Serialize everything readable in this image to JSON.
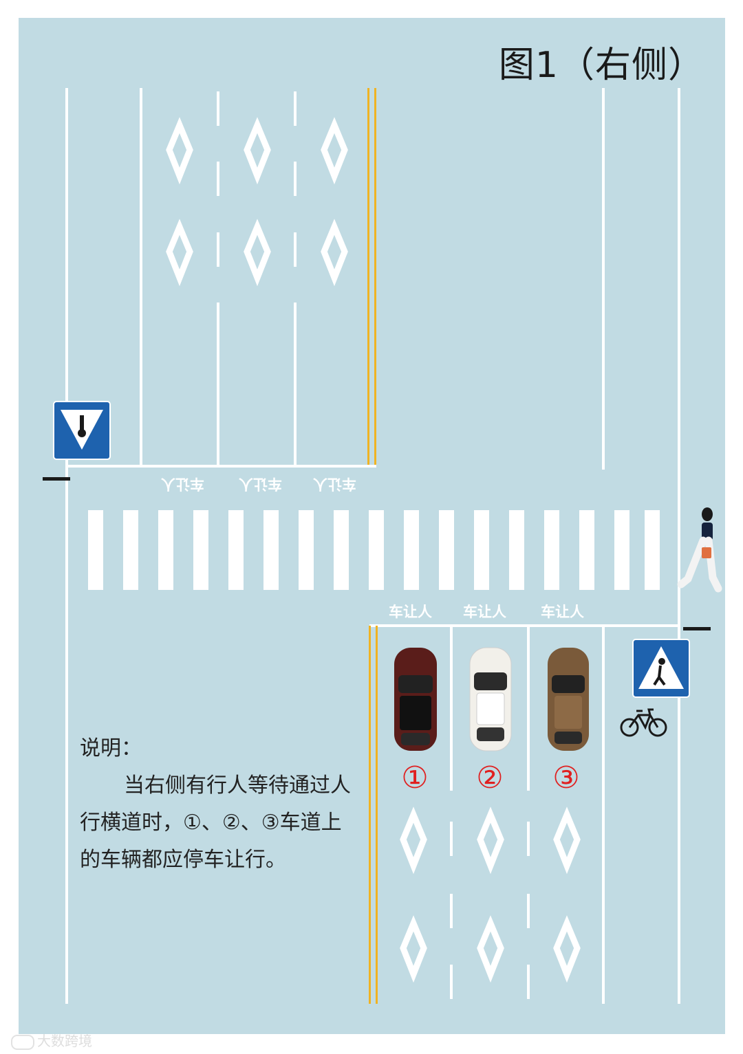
{
  "title": "图1（右侧）",
  "markings": {
    "upper_yield_text": "车让人",
    "lower_yield_text": "车让人"
  },
  "lanes": [
    {
      "number": "①",
      "car_color": "#5a1d1a"
    },
    {
      "number": "②",
      "car_color": "#f2f0ea"
    },
    {
      "number": "③",
      "car_color": "#7a5a3a"
    }
  ],
  "note": {
    "heading": "说明：",
    "body": "当右侧有行人等待通过人行横道时，①、②、③车道上的车辆都应停车让行。"
  },
  "signs": {
    "left": "pedestrian-warning-sign",
    "right": "crosswalk-sign"
  },
  "watermark": "大数跨境",
  "colors": {
    "road": "#c1dbe3",
    "marking": "#ffffff",
    "center_line": "#f0b323",
    "sign_blue": "#1e62ae",
    "lane_number": "#e02020"
  }
}
